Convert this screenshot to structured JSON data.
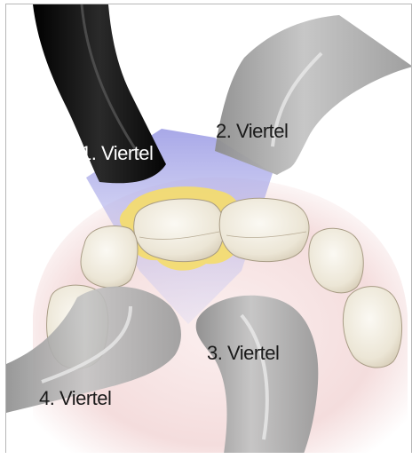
{
  "labels": {
    "quadrant_1": "1. Viertel",
    "quadrant_2": "2. Viertel",
    "quadrant_3": "3. Viertel",
    "quadrant_4": "4. Viertel"
  },
  "colors": {
    "frame_border": "#b7b7b7",
    "arch_tint": "#f3d9d9",
    "light_beam": "#c8c8ee",
    "plaque": "#f5dd6a",
    "tooth_fill": "#f2eee3",
    "tooth_shadow": "#d8cfbd",
    "instrument_active": "#111111",
    "instrument_inactive": "#a9a9a9"
  },
  "icons": {
    "instrument": "dental-instrument-tip",
    "tooth": "tooth-outline"
  }
}
